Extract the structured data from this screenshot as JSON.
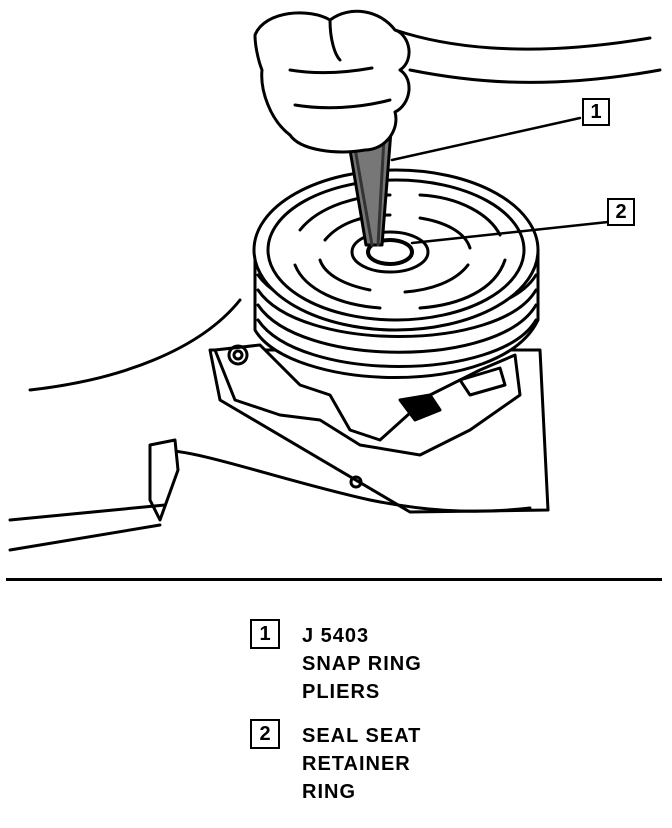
{
  "illustration": {
    "subject": "compressor clutch hub with snap ring pliers removing seal seat retainer ring",
    "callouts": [
      {
        "number": "1"
      },
      {
        "number": "2"
      }
    ]
  },
  "legend": [
    {
      "number": "1",
      "lines": [
        "J 5403",
        "SNAP RING",
        "PLIERS"
      ]
    },
    {
      "number": "2",
      "lines": [
        "SEAL SEAT",
        "RETAINER",
        "RING"
      ]
    }
  ]
}
